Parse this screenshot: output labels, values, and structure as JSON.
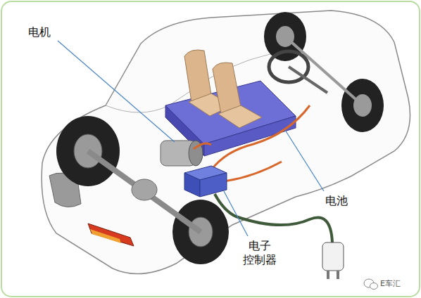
{
  "diagram": {
    "labels": [
      "电机",
      "电池",
      "电子 控制器",
      "E车汇"
    ]
  }
}
